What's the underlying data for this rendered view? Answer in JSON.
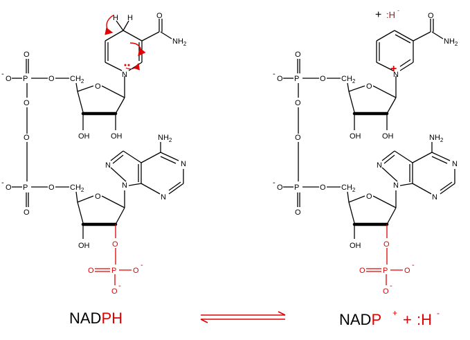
{
  "labels": {
    "P": "P",
    "O": "O",
    "N": "N",
    "H": "H",
    "OH": "OH",
    "minus": "-",
    "nh2": "NH2",
    "ch2": "CH2",
    "nadph_prefix": "NAD",
    "nadph_suffix": "PH",
    "nadp_prefix": "NAD",
    "nadp_suffix": "P",
    "nadp_sup": "+",
    "plus_sign": "+",
    "hydride": ":H",
    "hydride_sup": "-",
    "top_plus": "+",
    "top_hydride": ":H",
    "top_hydride_sup": "-",
    "ring_plus": "+"
  },
  "colors": {
    "black": "#000000",
    "red": "#e00000"
  }
}
